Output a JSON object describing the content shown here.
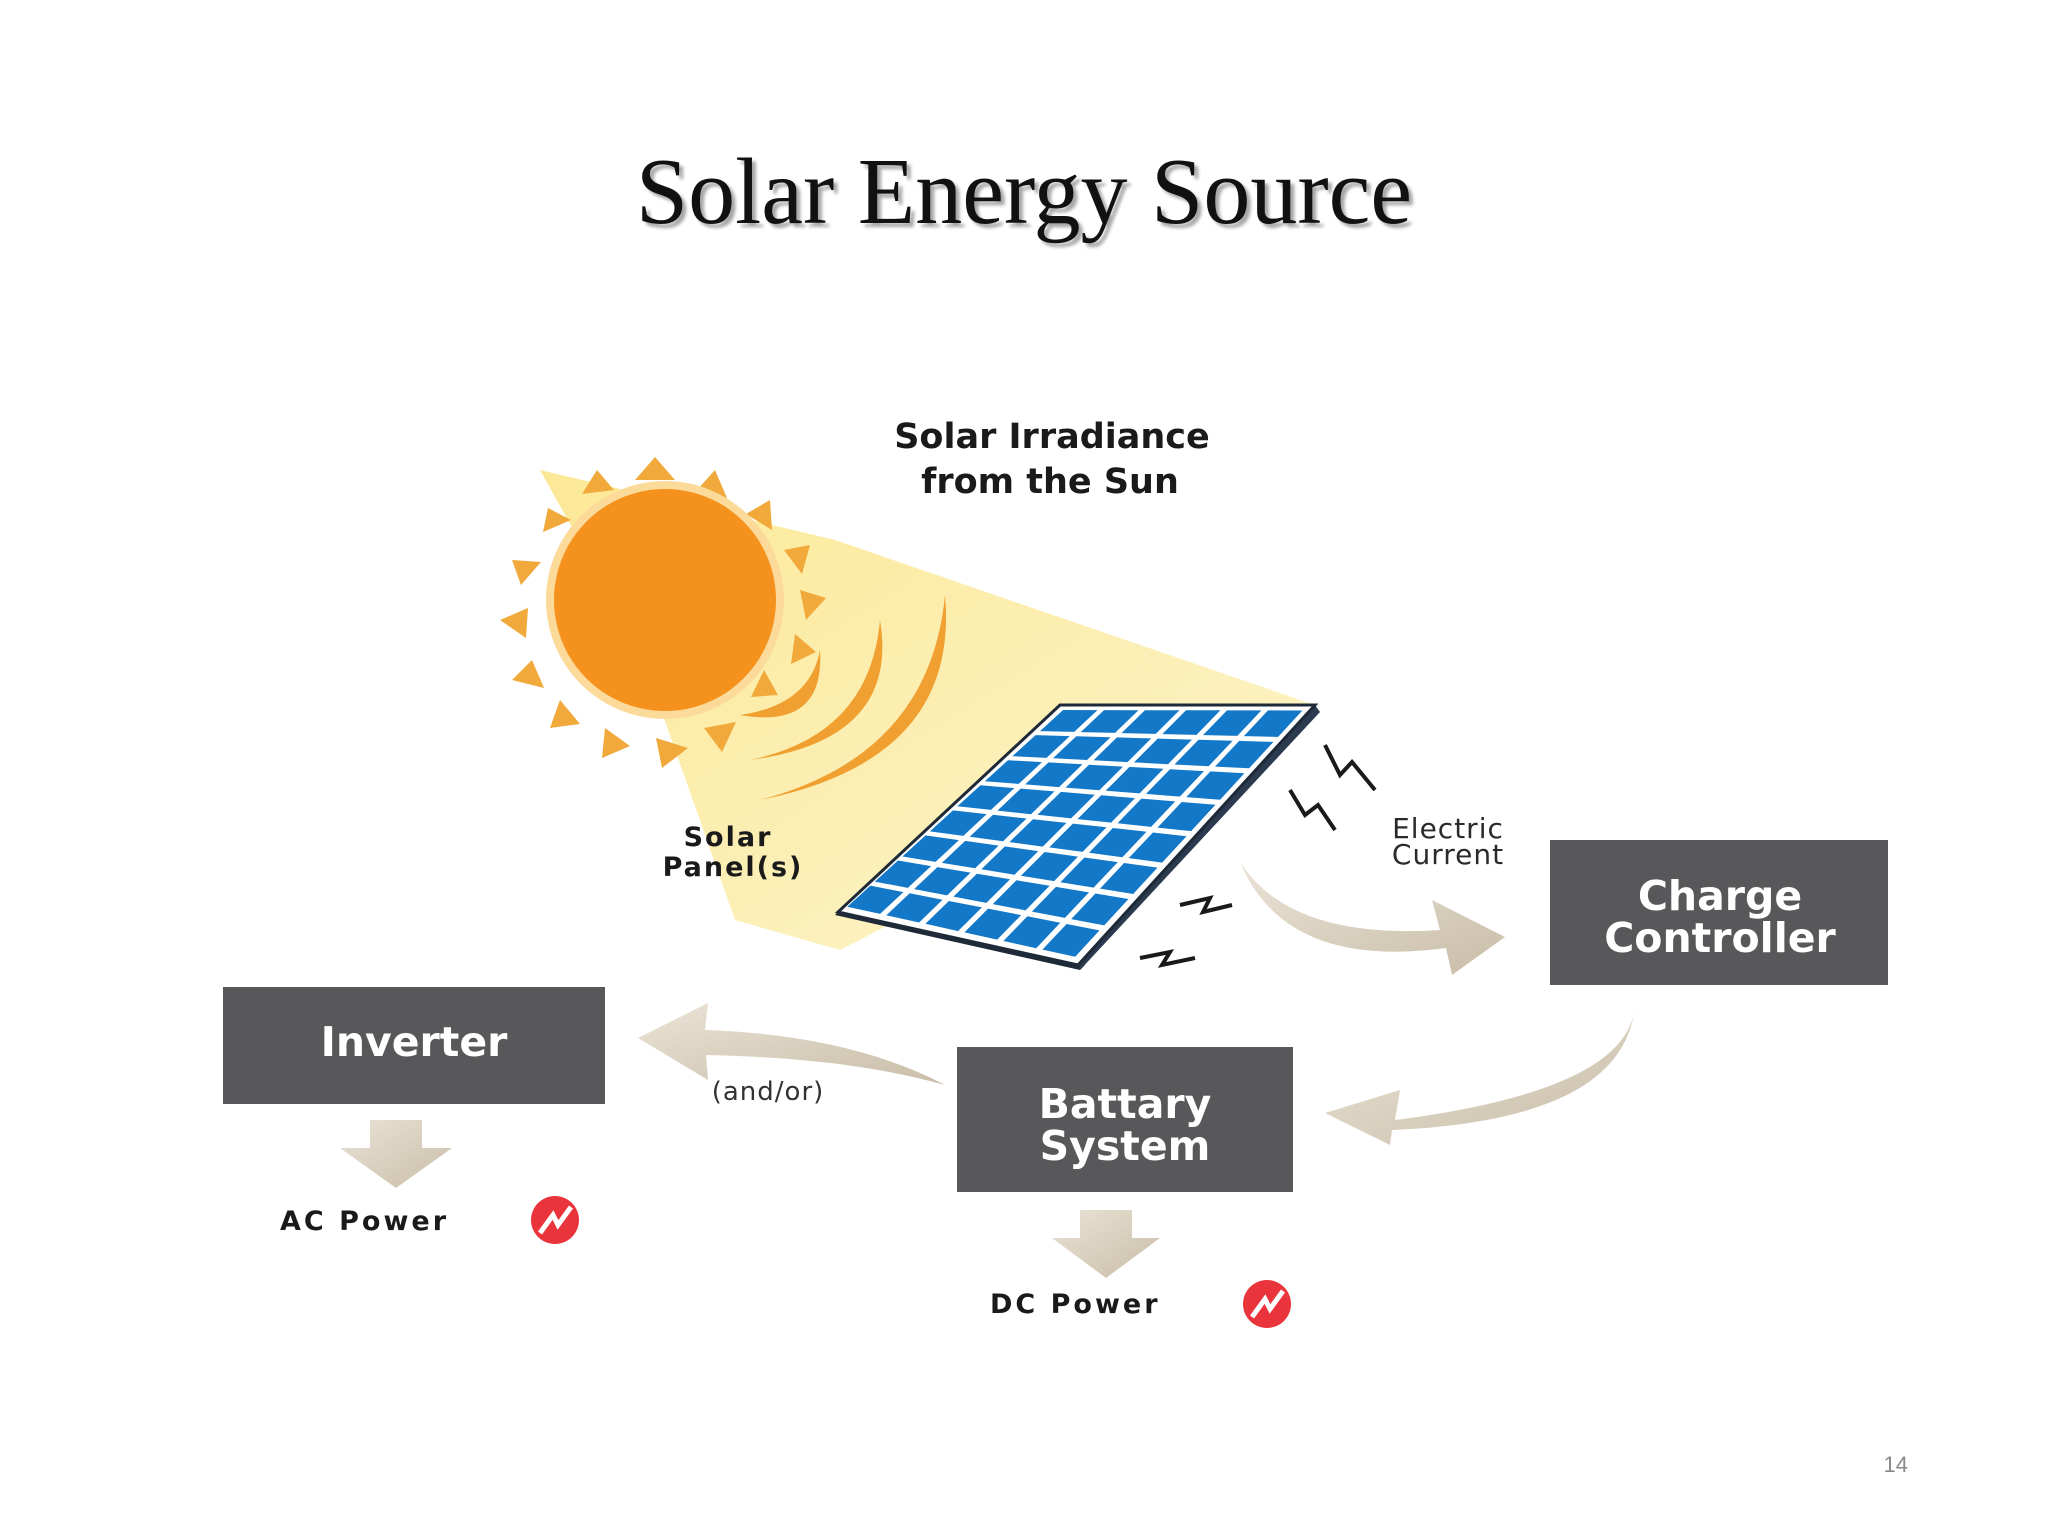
{
  "slide": {
    "title": "Solar Energy Source",
    "page_number": "14"
  },
  "diagram": {
    "irradiance_label_line1": "Solar Irradiance",
    "irradiance_label_line2": "from the Sun",
    "panel_label_line1": "Solar",
    "panel_label_line2": "Panel(s)",
    "current_label_line1": "Electric",
    "current_label_line2": "Current",
    "charge_controller_line1": "Charge",
    "charge_controller_line2": "Controller",
    "battery_line1": "Battary",
    "battery_line2": "System",
    "inverter": "Inverter",
    "and_or": "(and/or)",
    "ac_power": "AC Power",
    "dc_power": "DC Power",
    "colors": {
      "sun": "#F5921E",
      "sun_rays": "#F0A93A",
      "light_beam": "#FBEBA0",
      "panel_cell": "#1478C8",
      "panel_frame": "#1E2A38",
      "box_fill": "#58585A",
      "arrow": "#D9CFBE",
      "power_icon": "#E8343A"
    }
  }
}
